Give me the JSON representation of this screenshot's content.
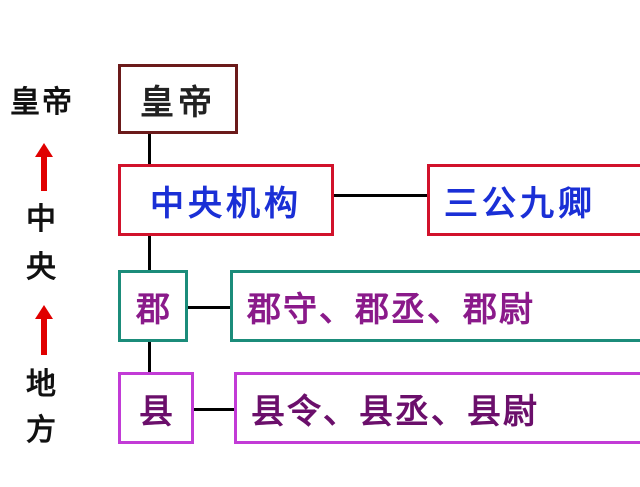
{
  "side_labels": {
    "top": "皇帝",
    "middle": [
      "中",
      "央"
    ],
    "bottom": [
      "地",
      "方"
    ]
  },
  "boxes": {
    "emperor": "皇帝",
    "central": "中央机构",
    "three_nine": "三公九卿",
    "commandery": "郡",
    "commandery_officials": "郡守、郡丞、郡尉",
    "county": "县",
    "county_officials": "县令、县丞、县尉"
  },
  "colors": {
    "emperor_border": "#6b1a1a",
    "central_border": "#d1122b",
    "central_text": "#1a2fd6",
    "commandery_border": "#1b8c7a",
    "commandery_text": "#8a1a8a",
    "county_border": "#c23bd6",
    "county_text": "#6b0f6b",
    "arrow": "#e00000"
  }
}
